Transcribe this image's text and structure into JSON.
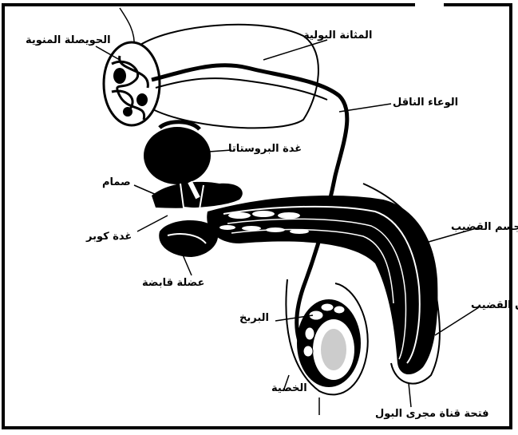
{
  "labels": {
    "bladder": "المثانة البولية",
    "seminal_vesicle": "الحويصلة المنوية",
    "vas_deferens": "الوعاء الناقل",
    "prostate": "غدة البروستاتا",
    "valve": "صمام",
    "cowper_gland": "غدة كوبر",
    "sphincter_muscle": "عضلة قابضة",
    "erectile_body": "جسم القضيب",
    "penis": "ن القضيب",
    "epididymis": "البربخ",
    "testis": "الخصية",
    "urethra_opening": "فتحة قناة مجرى البول"
  }
}
